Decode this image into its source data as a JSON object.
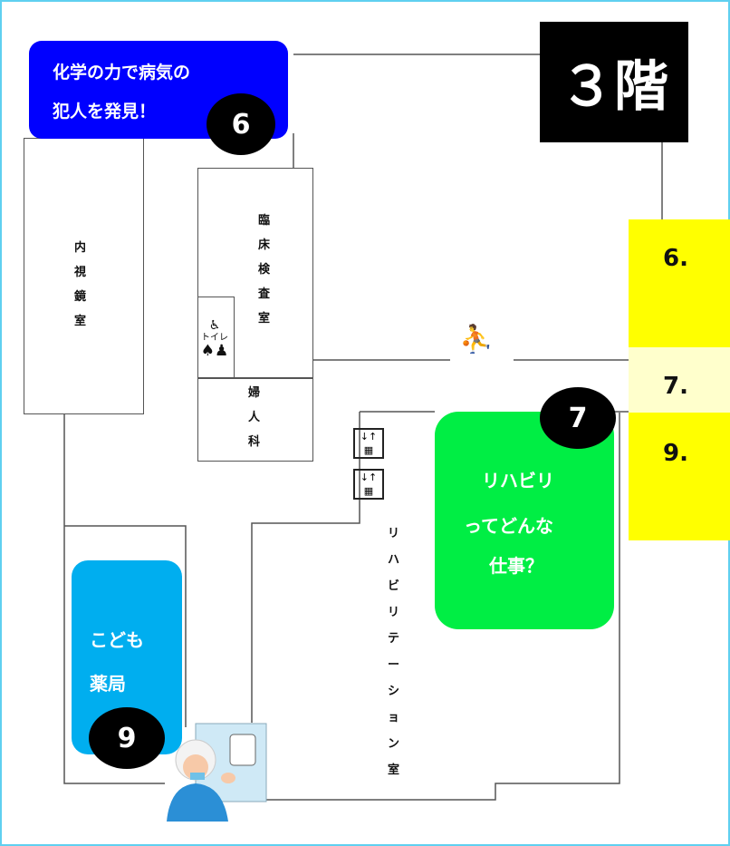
{
  "floor": {
    "label": "３階"
  },
  "bubbles": {
    "chem": {
      "line1": "化学の力で病気の",
      "line2": "犯人を発見！",
      "number": "6",
      "color": "#0000ff"
    },
    "rehab": {
      "line1": "リハビリ",
      "line2": "ってどんな",
      "line3": "仕事？",
      "number": "7",
      "color": "#00ee44"
    },
    "pharmacy": {
      "line1": "こども",
      "line2": "薬局",
      "number": "9",
      "color": "#00aeef"
    }
  },
  "rooms": {
    "endoscopy": [
      "内",
      "視",
      "鏡",
      "室"
    ],
    "clinical_lab": [
      "臨",
      "床",
      "検",
      "査",
      "室"
    ],
    "gynecology": [
      "婦",
      "人",
      "科"
    ],
    "rehab_room": [
      "リ",
      "ハ",
      "ビ",
      "リ",
      "テ",
      "ー",
      "シ",
      "ョ",
      "ン",
      "室"
    ]
  },
  "toilet": {
    "label": "トイレ"
  },
  "sidebar": [
    {
      "label": "6.",
      "color": "#ffff00"
    },
    {
      "label": "7.",
      "color": "#ffffcc"
    },
    {
      "label": "9.",
      "color": "#ffff00"
    }
  ]
}
